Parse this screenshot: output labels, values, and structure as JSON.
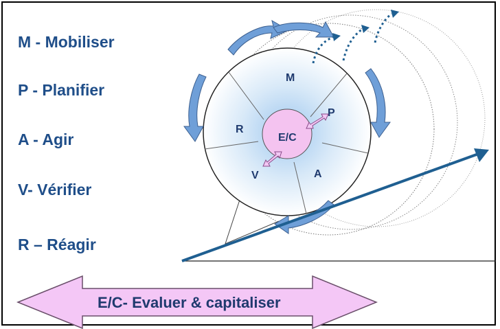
{
  "legend": [
    {
      "text": "M - Mobiliser"
    },
    {
      "text": "P - Planifier"
    },
    {
      "text": "A - Agir"
    },
    {
      "text": "V- Vérifier"
    },
    {
      "text": "R – Réagir"
    }
  ],
  "wheel": {
    "segments": {
      "m": "M",
      "p": "P",
      "a": "A",
      "v": "V",
      "r": "R"
    },
    "center": "E/C"
  },
  "bottom_arrow": {
    "label": "E/C- Evaluer & capitaliser"
  },
  "colors": {
    "text_blue": "#1f4e89",
    "arrow_blue": "#1f5f91",
    "circle_arrow_blue": "#6f9fd8",
    "center_pink": "#f4c3f0",
    "arrow_pink": "#f2c7f3"
  }
}
